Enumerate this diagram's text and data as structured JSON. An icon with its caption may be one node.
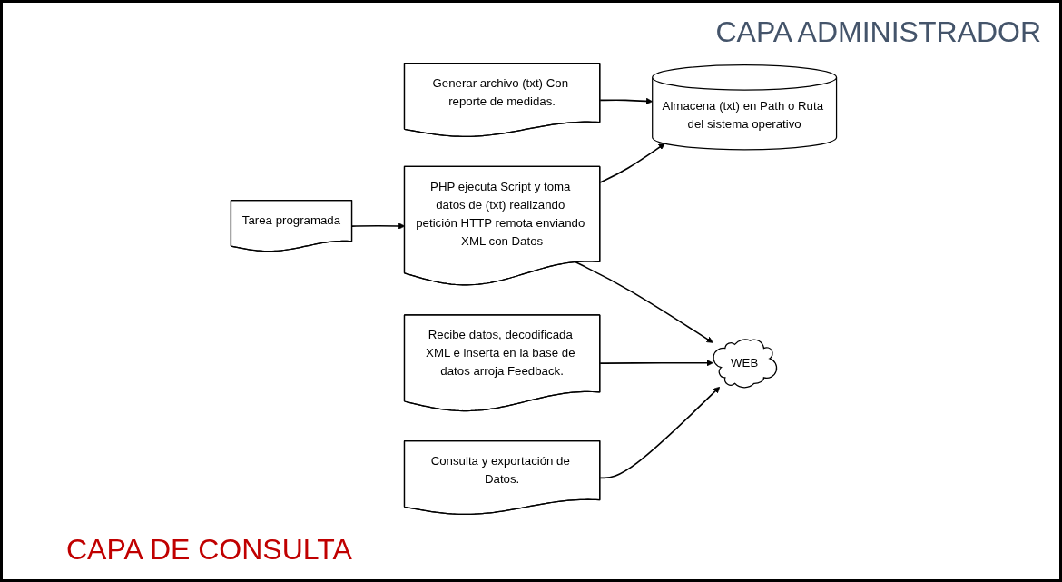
{
  "diagram": {
    "nodes": [
      {
        "text": [
          "Generar archivo (txt) Con reporte de medidas."
        ]
      },
      {
        "text": [
          "Almacena (txt) en Path o Ruta del sistema operativo"
        ]
      },
      {
        "text": [
          "Recibe datos, decodificada XML e inserta en la base de datos arroja Feedback."
        ]
      },
      {
        "text": [
          "PHP ejecuta Script y toma datos de (txt) realizando petición HTTP remota enviando XML con Datos"
        ]
      },
      {
        "text": [
          "WEB"
        ]
      },
      {
        "text": [
          "Tarea programada"
        ]
      },
      {
        "text": [
          "Consulta y exportación de Datos."
        ]
      }
    ],
    "edges": [
      {
        "from": 0,
        "to": 1,
        "arrow": "to"
      },
      {
        "from": 3,
        "to": 1,
        "arrow": "to"
      },
      {
        "from": 5,
        "to": 3,
        "arrow": "to"
      },
      {
        "from": 3,
        "to": 4,
        "arrow": "to"
      },
      {
        "from": 2,
        "to": 4,
        "arrow": "to"
      },
      {
        "from": 6,
        "to": 4,
        "arrow": "to"
      }
    ],
    "labels": [
      "CAPA ADMINISTRADOR",
      "CAPA DE CONSULTA"
    ]
  }
}
